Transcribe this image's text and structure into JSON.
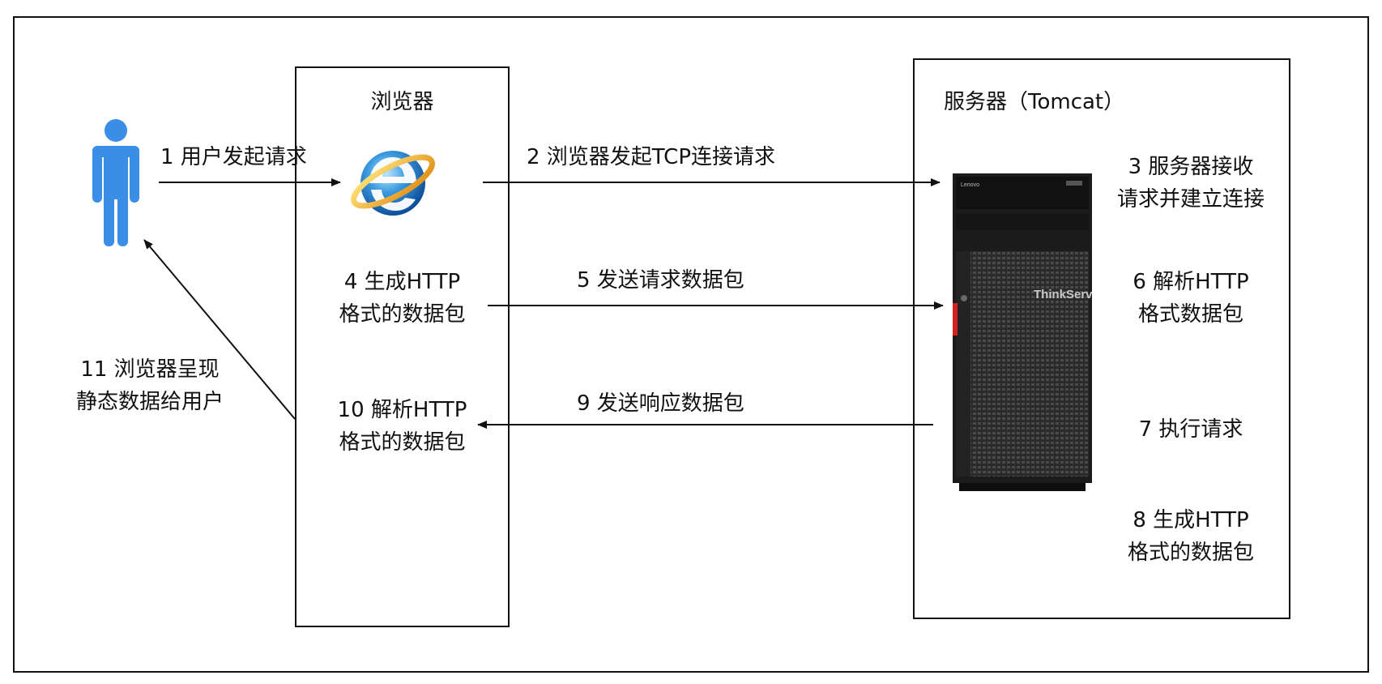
{
  "browser": {
    "title": "浏览器",
    "ie_icon": "internet-explorer-icon"
  },
  "server": {
    "title": "服务器（Tomcat）",
    "brand": "Lenovo",
    "model": "ThinkServer",
    "image": "tower-server-icon"
  },
  "user": {
    "icon": "person-icon",
    "color": "#3a8ee6"
  },
  "steps": {
    "s1": "1 用户发起请求",
    "s2": "2 浏览器发起TCP连接请求",
    "s3_line1": "3 服务器接收",
    "s3_line2": "请求并建立连接",
    "s4_line1": "4 生成HTTP",
    "s4_line2": "格式的数据包",
    "s5": "5 发送请求数据包",
    "s6_line1": "6 解析HTTP",
    "s6_line2": "格式数据包",
    "s7": "7 执行请求",
    "s8_line1": "8 生成HTTP",
    "s8_line2": "格式的数据包",
    "s9": "9 发送响应数据包",
    "s10_line1": "10 解析HTTP",
    "s10_line2": "格式的数据包",
    "s11_line1": "11 浏览器呈现",
    "s11_line2": "静态数据给用户"
  }
}
